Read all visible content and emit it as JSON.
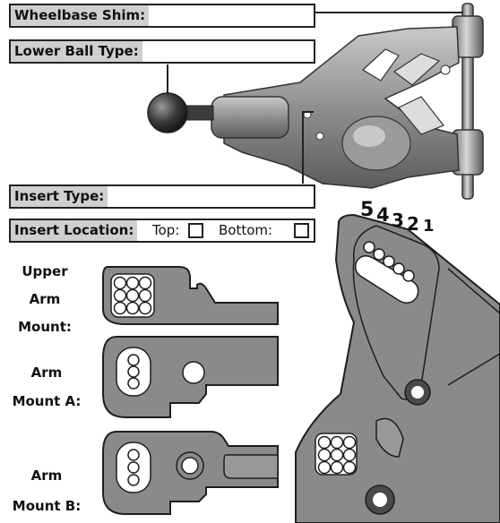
{
  "fields": {
    "wheelbase_shim": {
      "label": "Wheelbase Shim:",
      "value": ""
    },
    "lower_ball_type": {
      "label": "Lower Ball Type:",
      "value": ""
    },
    "insert_type": {
      "label": "Insert Type:",
      "value": ""
    },
    "insert_location": {
      "label": "Insert Location:",
      "top_label": "Top:",
      "bottom_label": "Bottom:",
      "top_checked": false,
      "bottom_checked": false
    }
  },
  "side_labels": {
    "upper_arm_mount": [
      "Upper",
      "Arm",
      "Mount:"
    ],
    "arm_mount_a": [
      "Arm",
      "Mount A:"
    ],
    "arm_mount_b": [
      "Arm",
      "Mount B:"
    ]
  },
  "position_numbers": [
    "5",
    "4",
    "3",
    "2",
    "1"
  ],
  "colors": {
    "part_gray": "#8a8a8a",
    "part_dark": "#4a4a4a",
    "outline": "#1e1e1e",
    "label_fill": "#cfcfcf"
  }
}
